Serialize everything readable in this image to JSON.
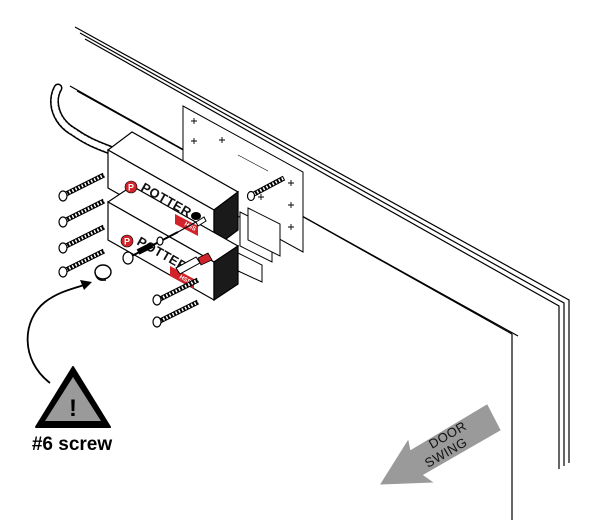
{
  "brand": {
    "top_label": "POTTER",
    "bottom_label": "POTTER",
    "model_top": "HSS",
    "model_bottom": "HSS",
    "logo_glyph": "P",
    "logo_color": "#d2232a"
  },
  "direction_arrow": {
    "line1": "DOOR",
    "line2": "SWING",
    "fill_color": "#9a9a9a"
  },
  "callout": {
    "label": "#6 screw",
    "warning_glyph": "!",
    "icon": "warning-triangle-icon"
  },
  "colors": {
    "line": "#000000",
    "accent_red": "#d2232a",
    "shadow": "#1a1a1a"
  }
}
